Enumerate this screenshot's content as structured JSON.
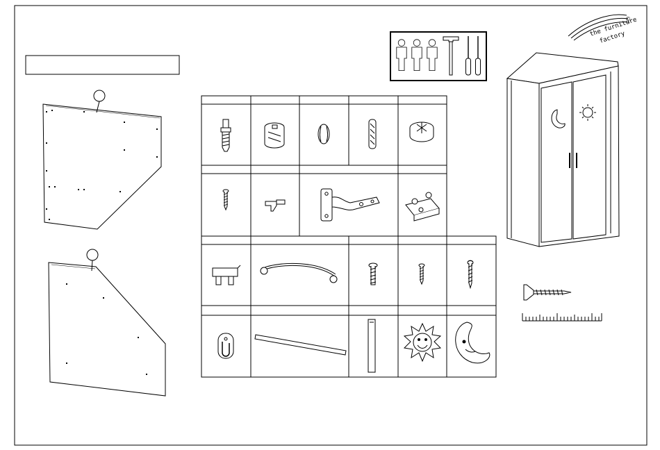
{
  "brand": {
    "line1": "the furniture",
    "line2": "factory",
    "mark": "©"
  },
  "title_box": {
    "text": ""
  },
  "panels": [
    {
      "id": "panel-a",
      "label": ""
    },
    {
      "id": "panel-b",
      "label": ""
    }
  ],
  "people_tools": {
    "icons": [
      "person-icon",
      "person-icon",
      "person-icon",
      "hammer-icon",
      "flat-screwdriver-icon",
      "phillips-screwdriver-icon"
    ]
  },
  "parts_table": {
    "rows": [
      {
        "cells": [
          {
            "icon": "cam-bolt-icon",
            "count": ""
          },
          {
            "icon": "cam-lock-icon",
            "count": ""
          },
          {
            "icon": "cover-cap-icon",
            "count": ""
          },
          {
            "icon": "wooden-dowel-icon",
            "count": ""
          },
          {
            "icon": "glide-foot-icon",
            "count": ""
          }
        ]
      },
      {
        "cells": [
          {
            "icon": "short-screw-icon",
            "count": ""
          },
          {
            "icon": "shelf-support-icon",
            "count": ""
          },
          {
            "icon": "hinge-icon",
            "count": ""
          },
          {
            "icon": "mounting-plate-icon",
            "count": ""
          }
        ]
      },
      {
        "cells": [
          {
            "icon": "rail-bracket-icon",
            "count": ""
          },
          {
            "icon": "arched-handle-icon",
            "count": ""
          },
          {
            "icon": "machine-screw-icon",
            "count": ""
          },
          {
            "icon": "wood-screw-icon",
            "count": ""
          },
          {
            "icon": "long-wood-screw-icon",
            "count": ""
          }
        ]
      },
      {
        "cells": [
          {
            "icon": "wall-hook-icon",
            "count": ""
          },
          {
            "icon": "hanging-rail-icon",
            "count": ""
          },
          {
            "icon": "strip-icon",
            "count": ""
          },
          {
            "icon": "sun-decoration-icon",
            "count": ""
          },
          {
            "icon": "moon-decoration-icon",
            "count": ""
          }
        ]
      }
    ]
  },
  "ruler": {
    "icon": "screw-scale-icon"
  }
}
